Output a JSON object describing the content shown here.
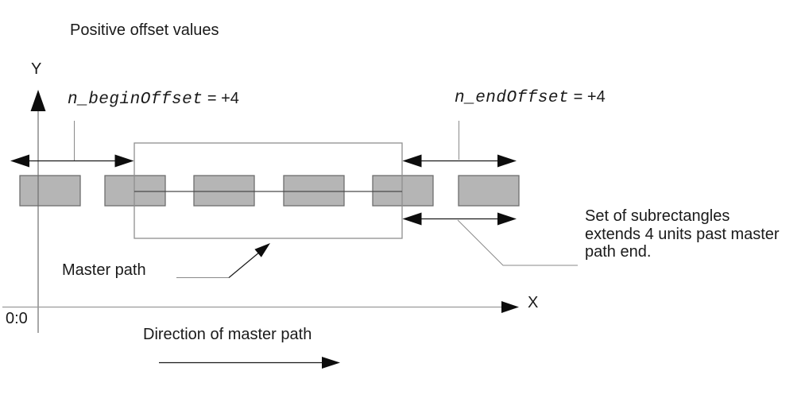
{
  "title": "Positive offset values",
  "axes": {
    "y_label": "Y",
    "x_label": "X",
    "origin_label": "0:0"
  },
  "offsets": {
    "begin_name": "n_beginOffset",
    "begin_eq": " = +4",
    "end_name": "n_endOffset",
    "end_eq": " = +4",
    "begin_value": "+4",
    "end_value": "+4"
  },
  "master_path_label": "Master path",
  "direction_label": "Direction of master path",
  "note_lines": {
    "l1": "Set of subrectangles",
    "l2": "extends 4 units past master",
    "l3": "path end."
  },
  "subrectangle_count": 6,
  "colors": {
    "subrect_fill": "#b5b5b5",
    "subrect_border": "#6e6e6e",
    "master_rect_border": "#8f8f8f",
    "center_line": "#4a4a4a",
    "leader_gray": "#8a8a8a",
    "arrow_black": "#0d0d0d",
    "text": "#1a1a1a"
  }
}
